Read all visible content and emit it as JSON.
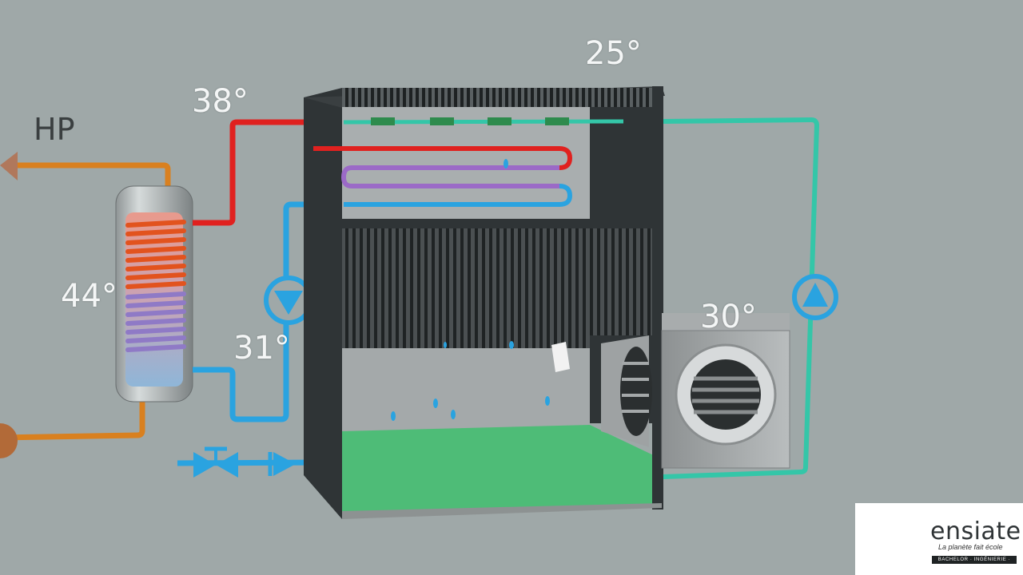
{
  "labels": {
    "hp": "HP",
    "temp_top": "25°",
    "temp_supply": "38°",
    "temp_tank": "44°",
    "temp_return": "31°",
    "temp_fan": "30°"
  },
  "logo": {
    "name": "ensiate",
    "letter": "e",
    "tagline": "La planète fait école",
    "sub": "BACHELOR · INGÉNIERIE · MBA"
  },
  "colors": {
    "background": "#9fa8a8",
    "hot_pipe": "#e0211f",
    "cold_pipe": "#2aa3e0",
    "warm_pipe": "#9b6ac7",
    "loop_pipe": "#34c6a8",
    "hp_pipe": "#d9801f",
    "water": "#3fbf6e",
    "unit_dark": "#2f3436"
  }
}
